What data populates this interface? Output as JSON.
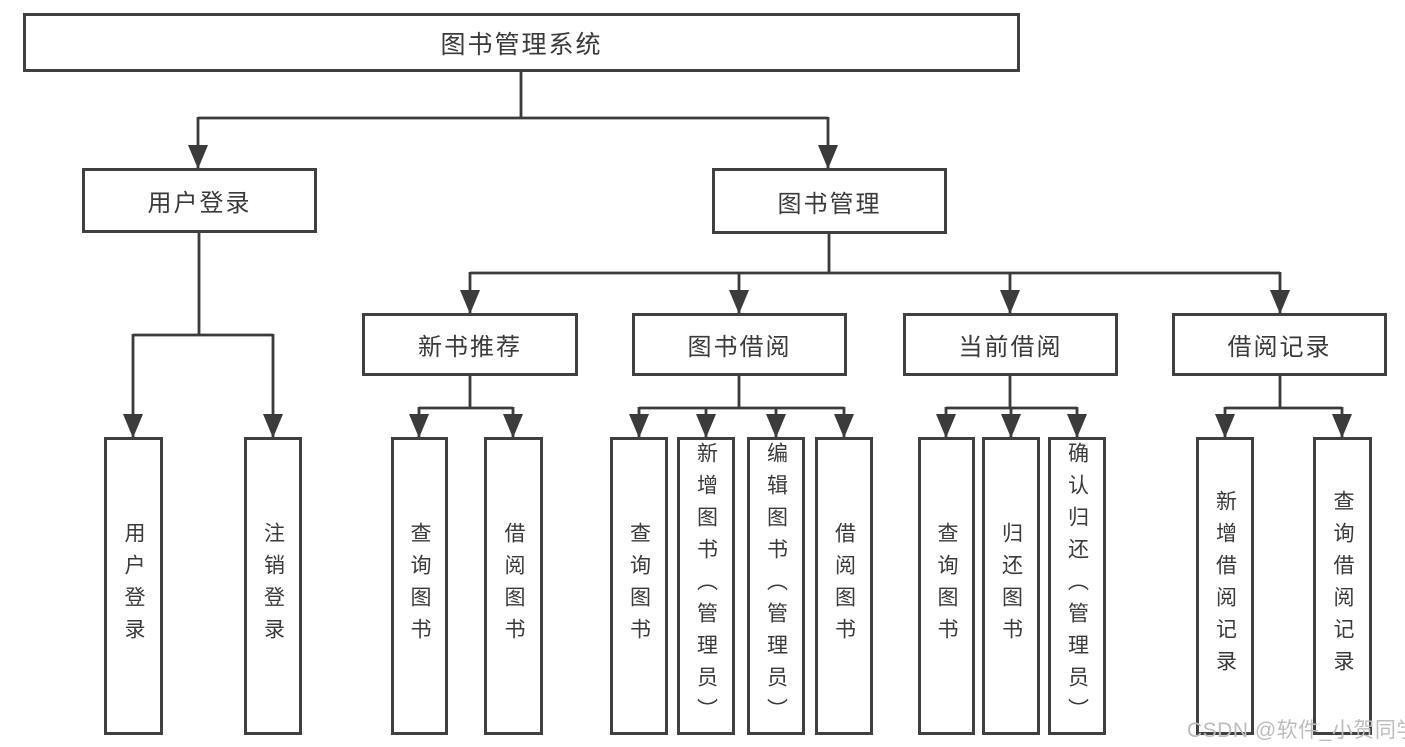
{
  "diagram": {
    "title": "图书管理系统",
    "nodes": {
      "root": "图书管理系统",
      "user_login": "用户登录",
      "book_mgmt": "图书管理",
      "new_book": "新书推荐",
      "book_borrow": "图书借阅",
      "current_borrow": "当前借阅",
      "borrow_records": "借阅记录",
      "leaf_user_login": "用户登录",
      "leaf_logout": "注销登录",
      "leaf_nb_query": "查询图书",
      "leaf_nb_borrow": "借阅图书",
      "leaf_bb_query": "查询图书",
      "leaf_bb_add": "新增图书（管理员）",
      "leaf_bb_edit": "编辑图书（管理员）",
      "leaf_bb_borrow": "借阅图书",
      "leaf_cb_query": "查询图书",
      "leaf_cb_return": "归还图书",
      "leaf_cb_confirm": "确认归还（管理员）",
      "leaf_rec_add": "新增借阅记录",
      "leaf_rec_query": "查询借阅记录"
    }
  },
  "watermark": {
    "text": "CSDN @软件_小贺同学"
  },
  "colors": {
    "line": "#3b3b3b",
    "box_border": "#404040",
    "text": "#3a3a3a",
    "watermark": "#bdbdbd",
    "background": "#ffffff"
  }
}
